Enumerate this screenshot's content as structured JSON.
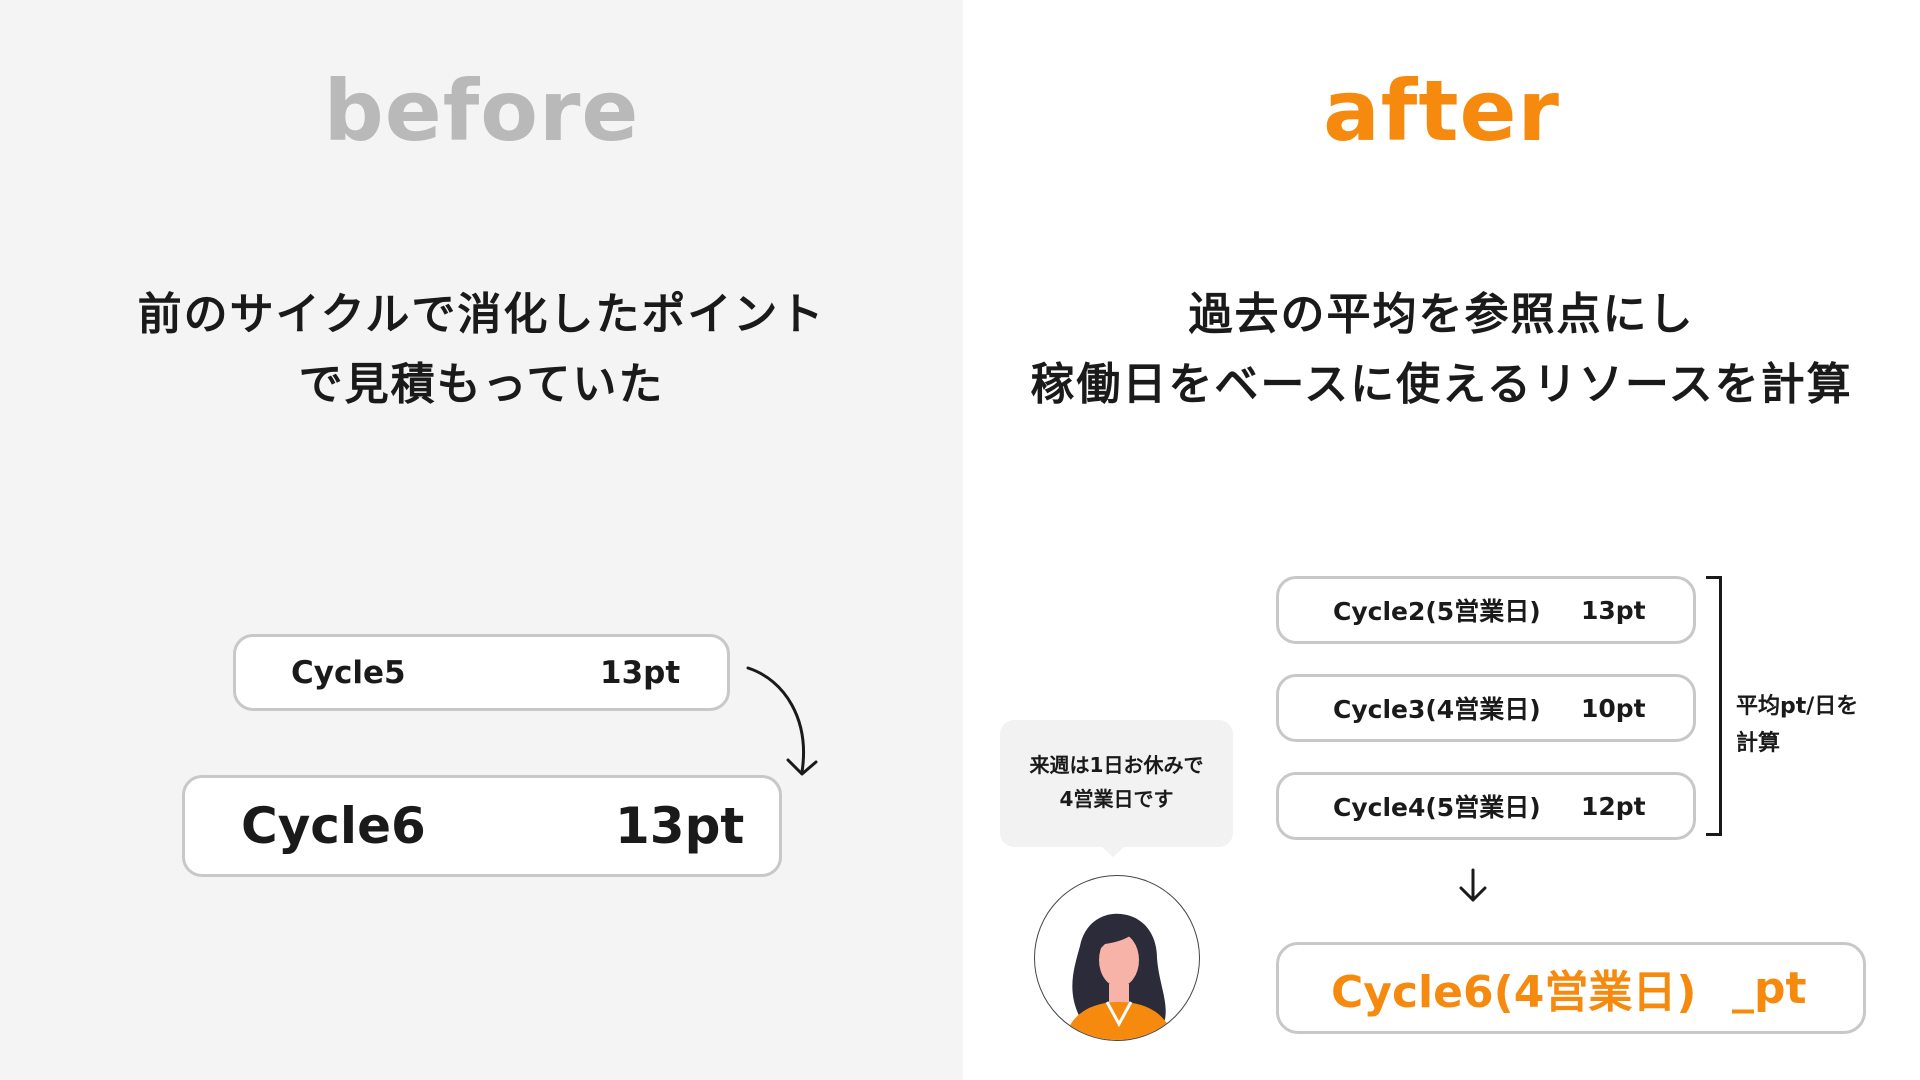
{
  "before": {
    "title": "before",
    "heading_lines": [
      "前のサイクルで消化したポイント",
      "で見積もっていた"
    ],
    "cycle5": {
      "name": "Cycle5",
      "points": "13pt"
    },
    "cycle6": {
      "name": "Cycle6",
      "points": "13pt"
    }
  },
  "after": {
    "title": "after",
    "heading_lines": [
      "過去の平均を参照点にし",
      "稼働日をベースに使えるリソースを計算"
    ],
    "cycles": [
      {
        "name": "Cycle2(5営業日)",
        "points": "13pt"
      },
      {
        "name": "Cycle3(4営業日)",
        "points": "10pt"
      },
      {
        "name": "Cycle4(5営業日)",
        "points": "12pt"
      }
    ],
    "average_label_lines": [
      "平均pt/日を",
      "計算"
    ],
    "speech_lines": [
      "来週は1日お休みで",
      "4営業日です"
    ],
    "target": {
      "name": "Cycle6(4営業日)",
      "points": "_pt"
    }
  },
  "colors": {
    "accent": "#f68a0f",
    "muted_title": "#b9b9b9",
    "left_bg": "#f4f4f4",
    "border": "#c8c8c8"
  },
  "icons": {
    "curved_arrow": "curved-arrow-icon",
    "down_arrow": "down-arrow-icon",
    "avatar": "person-avatar-icon"
  }
}
